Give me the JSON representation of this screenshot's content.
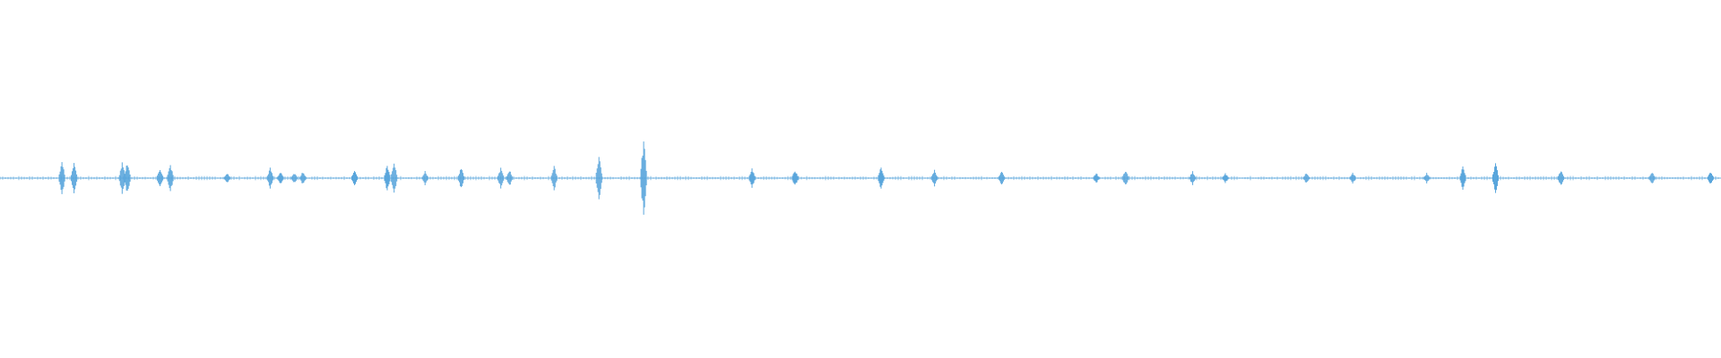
{
  "waveform": {
    "color": "#5aa6dc",
    "background": "#ffffff",
    "amplitude_range": [
      -1,
      1
    ],
    "peaks": [
      {
        "pos": 0.036,
        "amp": 0.1
      },
      {
        "pos": 0.043,
        "amp": 0.09
      },
      {
        "pos": 0.071,
        "amp": 0.09
      },
      {
        "pos": 0.074,
        "amp": 0.1
      },
      {
        "pos": 0.093,
        "amp": 0.06
      },
      {
        "pos": 0.099,
        "amp": 0.08
      },
      {
        "pos": 0.132,
        "amp": 0.03
      },
      {
        "pos": 0.157,
        "amp": 0.06
      },
      {
        "pos": 0.163,
        "amp": 0.04
      },
      {
        "pos": 0.171,
        "amp": 0.03
      },
      {
        "pos": 0.176,
        "amp": 0.04
      },
      {
        "pos": 0.206,
        "amp": 0.05
      },
      {
        "pos": 0.225,
        "amp": 0.08
      },
      {
        "pos": 0.229,
        "amp": 0.1
      },
      {
        "pos": 0.247,
        "amp": 0.04
      },
      {
        "pos": 0.268,
        "amp": 0.06
      },
      {
        "pos": 0.291,
        "amp": 0.06
      },
      {
        "pos": 0.296,
        "amp": 0.05
      },
      {
        "pos": 0.322,
        "amp": 0.07
      },
      {
        "pos": 0.348,
        "amp": 0.14
      },
      {
        "pos": 0.374,
        "amp": 0.23
      },
      {
        "pos": 0.437,
        "amp": 0.06
      },
      {
        "pos": 0.462,
        "amp": 0.05
      },
      {
        "pos": 0.512,
        "amp": 0.07
      },
      {
        "pos": 0.543,
        "amp": 0.05
      },
      {
        "pos": 0.582,
        "amp": 0.04
      },
      {
        "pos": 0.637,
        "amp": 0.03
      },
      {
        "pos": 0.654,
        "amp": 0.05
      },
      {
        "pos": 0.693,
        "amp": 0.04
      },
      {
        "pos": 0.712,
        "amp": 0.03
      },
      {
        "pos": 0.759,
        "amp": 0.03
      },
      {
        "pos": 0.786,
        "amp": 0.03
      },
      {
        "pos": 0.829,
        "amp": 0.03
      },
      {
        "pos": 0.85,
        "amp": 0.07
      },
      {
        "pos": 0.869,
        "amp": 0.09
      },
      {
        "pos": 0.907,
        "amp": 0.05
      },
      {
        "pos": 0.96,
        "amp": 0.04
      },
      {
        "pos": 0.994,
        "amp": 0.04
      }
    ]
  }
}
